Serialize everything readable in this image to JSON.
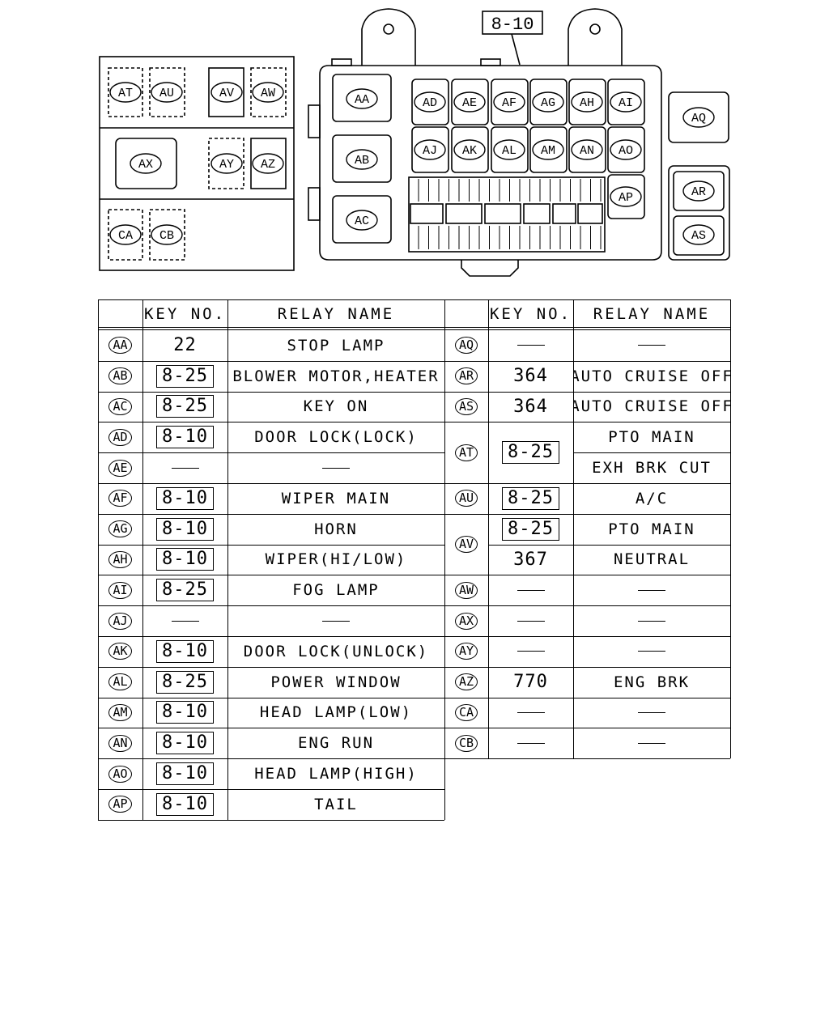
{
  "diagram": {
    "callout_key": "8-10",
    "relay_labels": [
      "AT",
      "AU",
      "AV",
      "AW",
      "AX",
      "AY",
      "AZ",
      "CA",
      "CB",
      "AA",
      "AB",
      "AC",
      "AD",
      "AE",
      "AF",
      "AG",
      "AH",
      "AI",
      "AJ",
      "AK",
      "AL",
      "AM",
      "AN",
      "AO",
      "AP",
      "AQ",
      "AR",
      "AS"
    ]
  },
  "table": {
    "headers": {
      "key_no": "KEY NO.",
      "relay_name": "RELAY NAME"
    },
    "left_rows": [
      {
        "loc": "AA",
        "key": "22",
        "key_style": "plain",
        "name": "STOP LAMP"
      },
      {
        "loc": "AB",
        "key": "8-25",
        "key_style": "boxed",
        "name": "BLOWER MOTOR,HEATER"
      },
      {
        "loc": "AC",
        "key": "8-25",
        "key_style": "boxed",
        "name": "KEY ON"
      },
      {
        "loc": "AD",
        "key": "8-10",
        "key_style": "boxed",
        "name": "DOOR LOCK(LOCK)"
      },
      {
        "loc": "AE",
        "key": "",
        "key_style": "dash",
        "name": ""
      },
      {
        "loc": "AF",
        "key": "8-10",
        "key_style": "boxed",
        "name": "WIPER MAIN"
      },
      {
        "loc": "AG",
        "key": "8-10",
        "key_style": "boxed",
        "name": "HORN"
      },
      {
        "loc": "AH",
        "key": "8-10",
        "key_style": "boxed",
        "name": "WIPER(HI/LOW)"
      },
      {
        "loc": "AI",
        "key": "8-25",
        "key_style": "boxed",
        "name": "FOG LAMP"
      },
      {
        "loc": "AJ",
        "key": "",
        "key_style": "dash",
        "name": ""
      },
      {
        "loc": "AK",
        "key": "8-10",
        "key_style": "boxed",
        "name": "DOOR LOCK(UNLOCK)"
      },
      {
        "loc": "AL",
        "key": "8-25",
        "key_style": "boxed",
        "name": "POWER WINDOW"
      },
      {
        "loc": "AM",
        "key": "8-10",
        "key_style": "boxed",
        "name": "HEAD LAMP(LOW)"
      },
      {
        "loc": "AN",
        "key": "8-10",
        "key_style": "boxed",
        "name": "ENG RUN"
      },
      {
        "loc": "AO",
        "key": "8-10",
        "key_style": "boxed",
        "name": "HEAD LAMP(HIGH)"
      },
      {
        "loc": "AP",
        "key": "8-10",
        "key_style": "boxed",
        "name": "TAIL"
      }
    ],
    "right_rows": [
      {
        "loc": "AQ",
        "entries": [
          {
            "key": "",
            "key_style": "dash",
            "name": ""
          }
        ]
      },
      {
        "loc": "AR",
        "entries": [
          {
            "key": "364",
            "key_style": "plain",
            "name": "AUTO CRUISE OFF"
          }
        ]
      },
      {
        "loc": "AS",
        "entries": [
          {
            "key": "364",
            "key_style": "plain",
            "name": "AUTO CRUISE OFF"
          }
        ]
      },
      {
        "loc": "AT",
        "shared_key": "8-25",
        "entries": [
          {
            "name": "PTO MAIN"
          },
          {
            "name": "EXH BRK CUT"
          }
        ]
      },
      {
        "loc": "AU",
        "entries": [
          {
            "key": "8-25",
            "key_style": "boxed",
            "name": "A/C"
          }
        ]
      },
      {
        "loc": "AV",
        "entries": [
          {
            "key": "8-25",
            "key_style": "boxed",
            "name": "PTO MAIN"
          },
          {
            "key": "367",
            "key_style": "plain",
            "name": "NEUTRAL"
          }
        ]
      },
      {
        "loc": "AW",
        "entries": [
          {
            "key": "",
            "key_style": "dash",
            "name": ""
          }
        ]
      },
      {
        "loc": "AX",
        "entries": [
          {
            "key": "",
            "key_style": "dash",
            "name": ""
          }
        ]
      },
      {
        "loc": "AY",
        "entries": [
          {
            "key": "",
            "key_style": "dash",
            "name": ""
          }
        ]
      },
      {
        "loc": "AZ",
        "entries": [
          {
            "key": "770",
            "key_style": "plain",
            "name": "ENG BRK"
          }
        ]
      },
      {
        "loc": "CA",
        "entries": [
          {
            "key": "",
            "key_style": "dash",
            "name": ""
          }
        ]
      },
      {
        "loc": "CB",
        "entries": [
          {
            "key": "",
            "key_style": "dash",
            "name": ""
          }
        ]
      }
    ]
  }
}
